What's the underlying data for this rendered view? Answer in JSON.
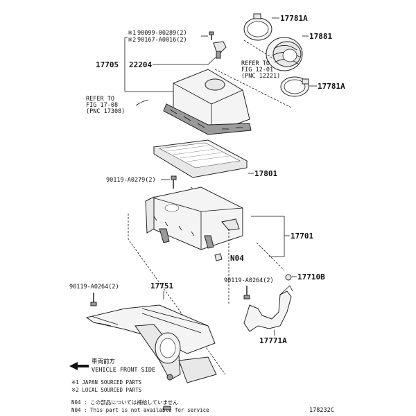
{
  "labels": {
    "p17781a_top": "17781A",
    "p17881": "17881",
    "p17781a_bottom": "17781A",
    "p90099": "90099-00289(2)",
    "p90167": "90167-A0016(2)",
    "mark1": "※1",
    "mark2": "※2",
    "p17705": "17705",
    "p22204": "22204",
    "refer_a_1": "REFER TO",
    "refer_a_2": "FIG 12-01",
    "refer_a_3": "(PNC 12221)",
    "refer_b_1": "REFER TO",
    "refer_b_2": "FIG 17-08",
    "refer_b_3": "(PNC 17308)",
    "p90119_0279": "90119-A0279(2)",
    "p17801": "17801",
    "p17701": "17701",
    "n04": "N04",
    "p90119_0264_left": "90119-A0264(2)",
    "p17751": "17751",
    "p90119_0264_right": "90119-A0264(2)",
    "p17710b": "17710B",
    "p17771a": "17771A",
    "front_jp": "車両前方",
    "front_en": "VEHICLE FRONT SIDE",
    "legend_1": "※1 JAPAN SOURCED PARTS",
    "legend_2": "※2 LOCAL SOURCED PARTS",
    "note_jp": "N04 : この部品については補給していません",
    "note_en": "N04 : This part is not available for service",
    "diagram_id": "178232C"
  }
}
